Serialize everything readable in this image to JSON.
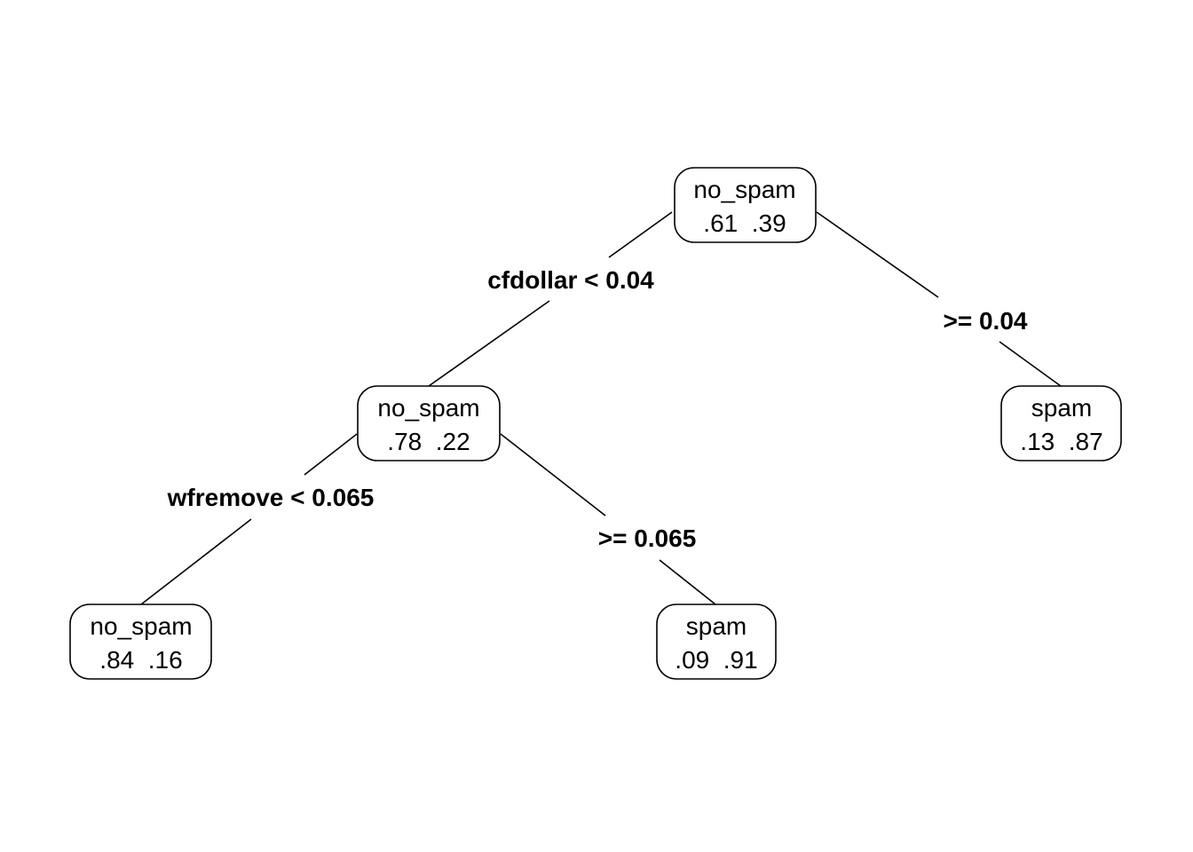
{
  "tree": {
    "nodes": [
      {
        "id": "root",
        "class": "no_spam",
        "probs": ".61  .39"
      },
      {
        "id": "left",
        "class": "no_spam",
        "probs": ".78  .22"
      },
      {
        "id": "right",
        "class": "spam",
        "probs": ".13  .87"
      },
      {
        "id": "left-left",
        "class": "no_spam",
        "probs": ".84  .16"
      },
      {
        "id": "left-right",
        "class": "spam",
        "probs": ".09  .91"
      }
    ],
    "splits": [
      {
        "id": "root-left",
        "label": "cfdollar < 0.04"
      },
      {
        "id": "root-right",
        "label": ">= 0.04"
      },
      {
        "id": "left-left",
        "label": "wfremove < 0.065"
      },
      {
        "id": "left-right",
        "label": ">= 0.065"
      }
    ]
  }
}
